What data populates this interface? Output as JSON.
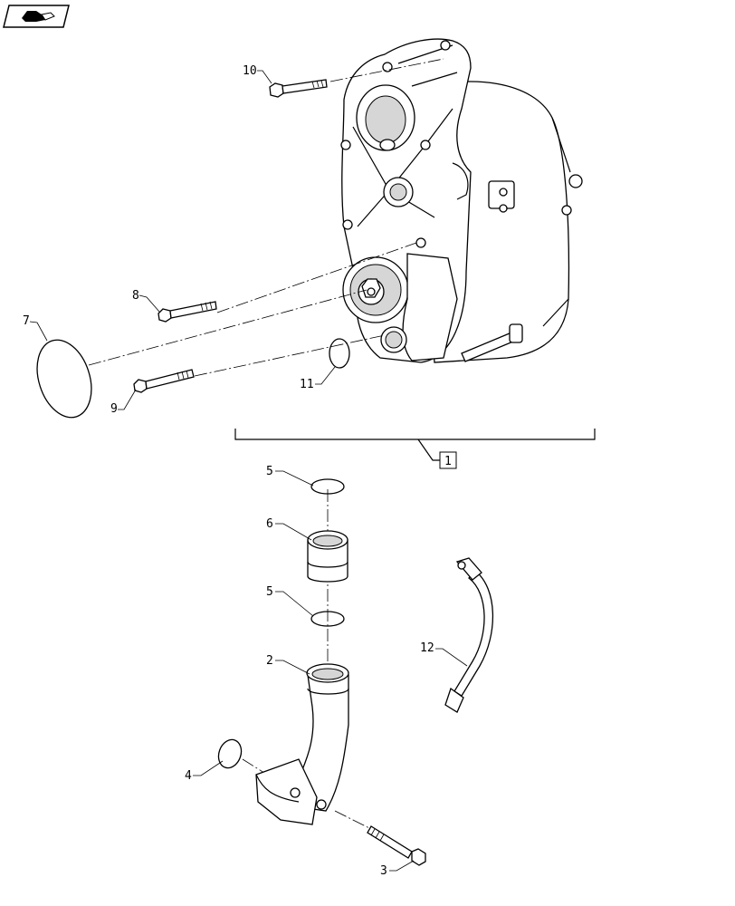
{
  "icon": {
    "name": "navigation-hand-icon"
  },
  "callouts": {
    "c1": "1",
    "c2": "2",
    "c3": "3",
    "c4": "4",
    "c5a": "5",
    "c5b": "5",
    "c6": "6",
    "c7": "7",
    "c8": "8",
    "c9": "9",
    "c10": "10",
    "c11": "11",
    "c12": "12"
  }
}
